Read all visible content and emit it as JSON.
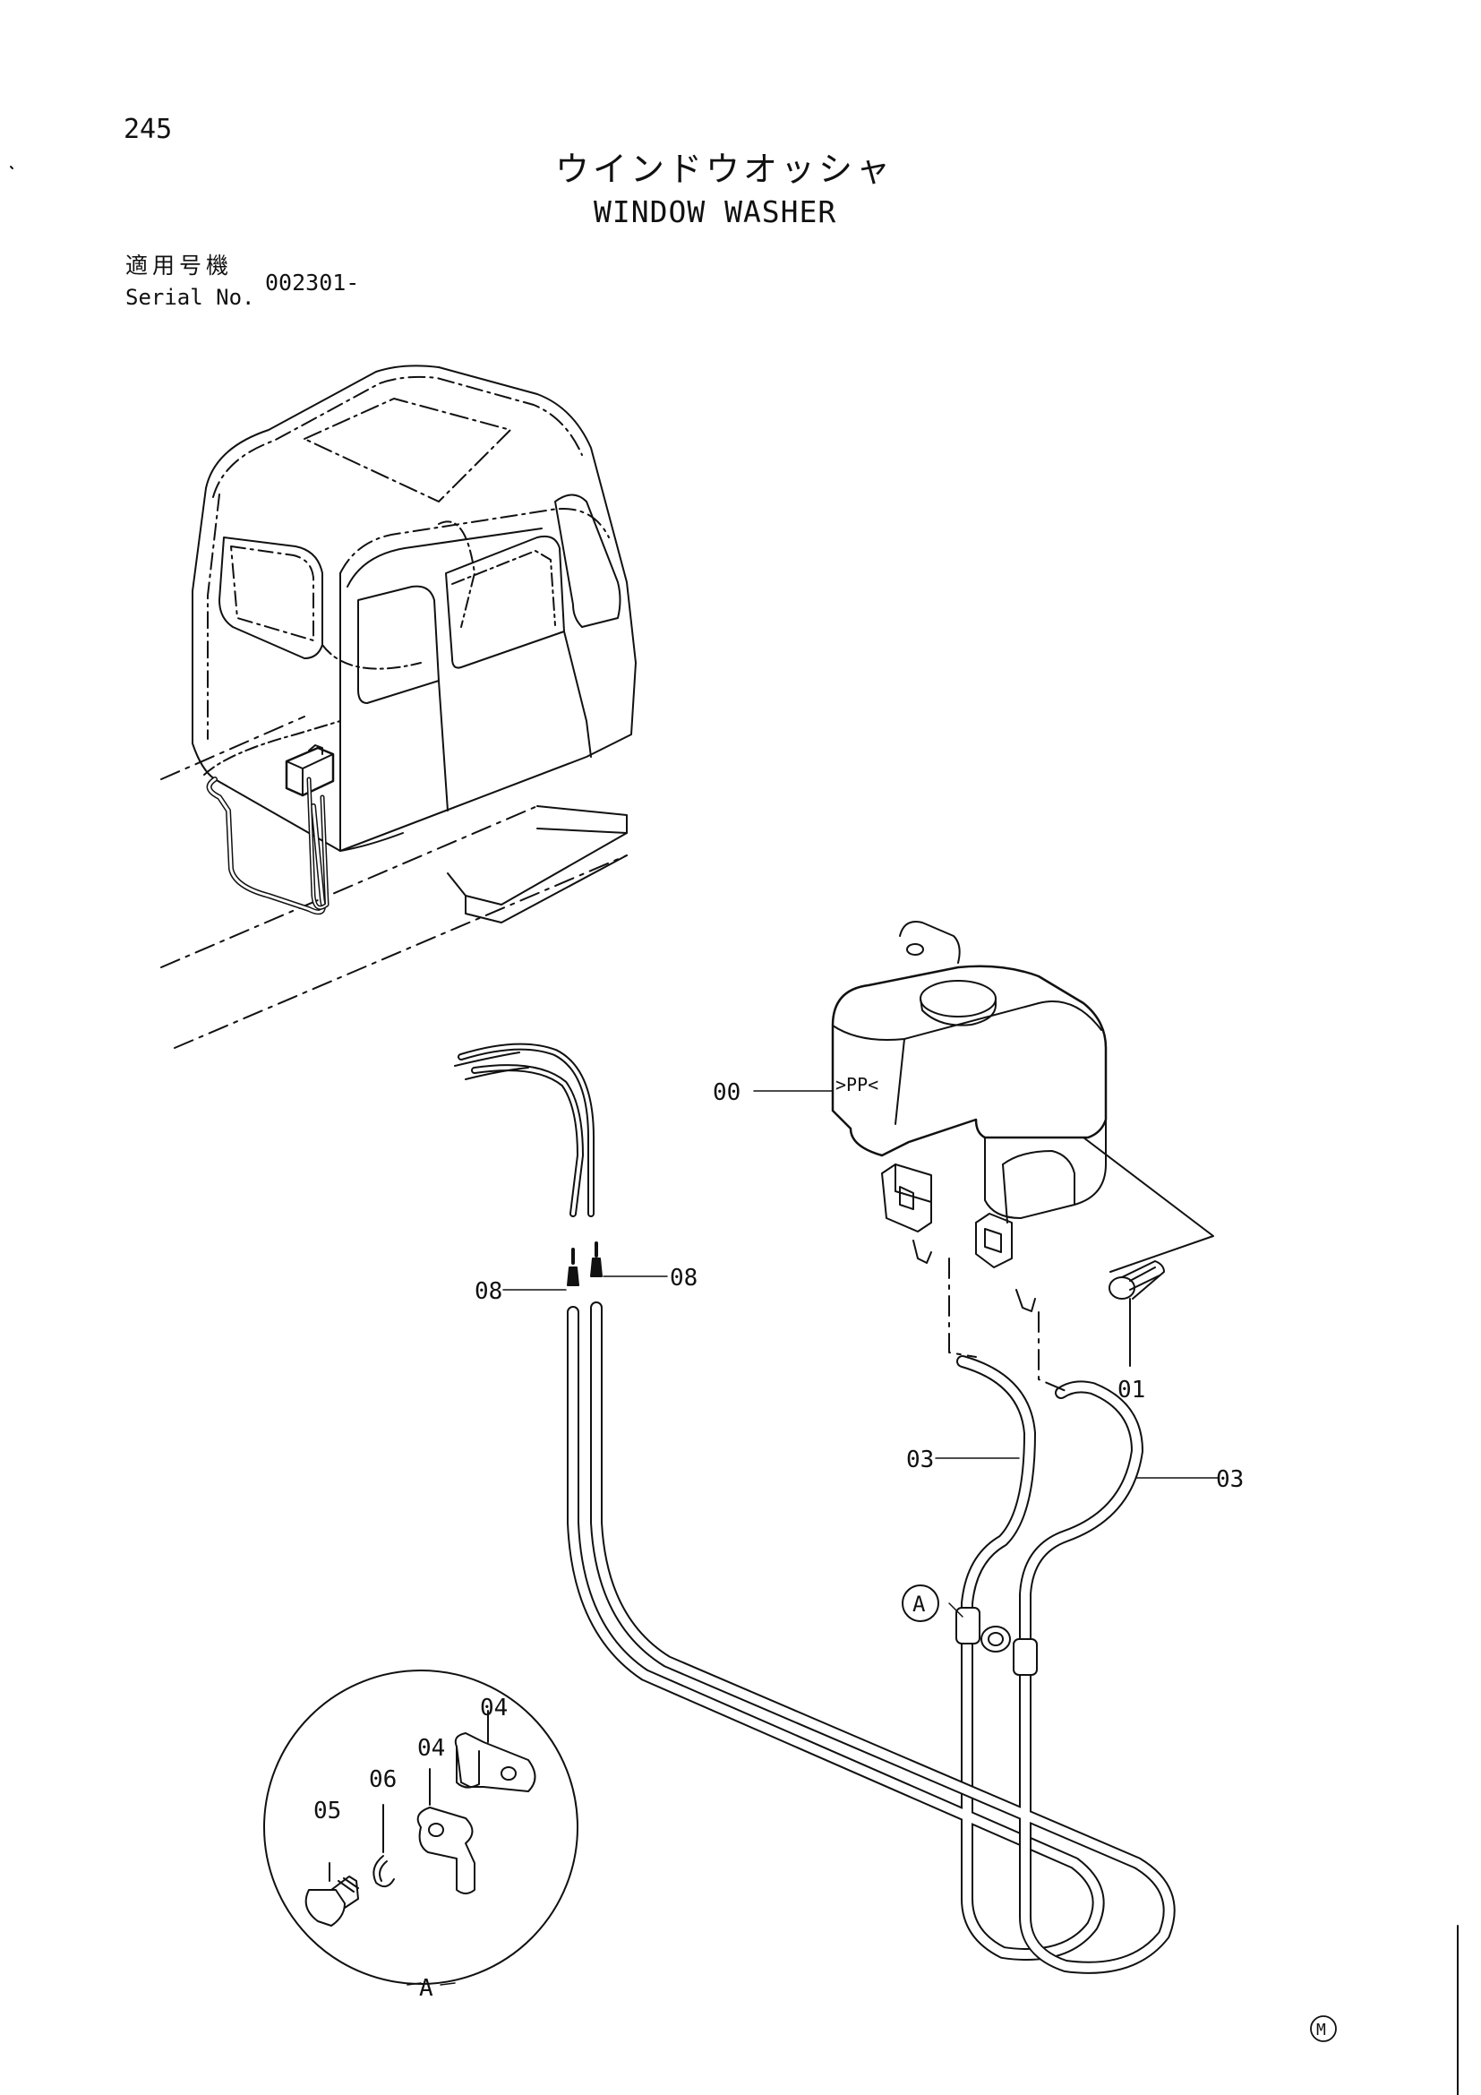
{
  "header": {
    "page_number": "245",
    "title_japanese": "ウインドウオッシャ",
    "title_english": "WINDOW WASHER",
    "serial_label_japanese": "適用号機",
    "serial_label_english": "Serial No.",
    "serial_value": "002301-"
  },
  "callouts": {
    "tank": "00",
    "bolt": "01",
    "hose_left": "03",
    "hose_right": "03",
    "joint_left": "08",
    "joint_right": "08",
    "clamp_upper": "04",
    "clamp_lower": "04",
    "bolt_detail": "05",
    "washer_detail": "06",
    "detail_ref": "A",
    "detail_label": "A"
  },
  "tank_marking": ">PP<",
  "footer_mark": "M"
}
